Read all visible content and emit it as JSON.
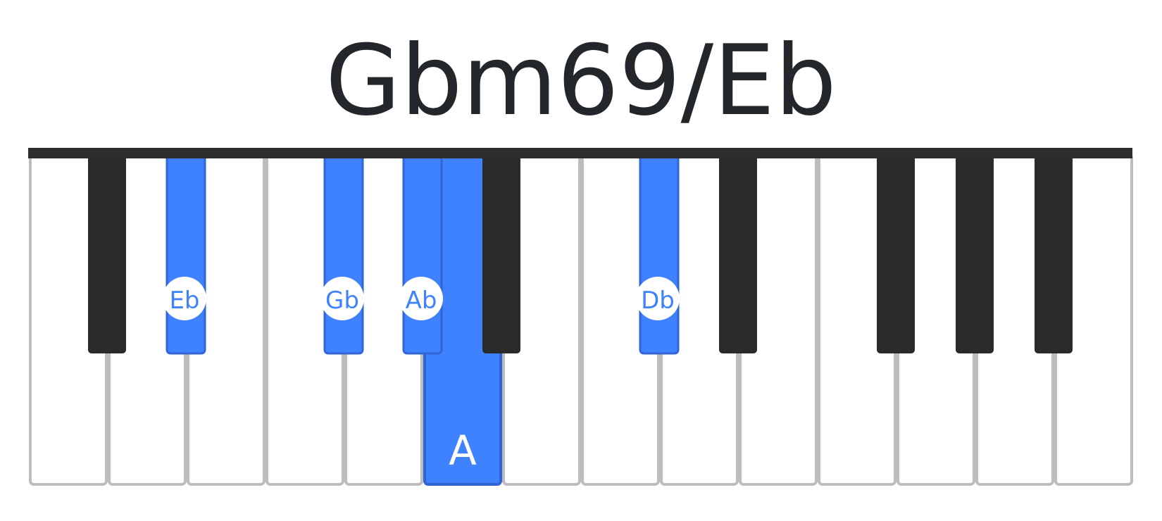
{
  "chord": {
    "name": "Gbm69/Eb"
  },
  "keyboard": {
    "white_keys": [
      {
        "label": ""
      },
      {
        "label": ""
      },
      {
        "label": ""
      },
      {
        "label": ""
      },
      {
        "label": ""
      },
      {
        "label": "A",
        "highlighted": true
      },
      {
        "label": ""
      },
      {
        "label": ""
      },
      {
        "label": ""
      },
      {
        "label": ""
      },
      {
        "label": ""
      },
      {
        "label": ""
      },
      {
        "label": ""
      },
      {
        "label": ""
      }
    ],
    "black_keys": [
      {
        "after_white": 0,
        "label": ""
      },
      {
        "after_white": 1,
        "label": "Eb",
        "highlighted": true
      },
      {
        "after_white": 3,
        "label": "Gb",
        "highlighted": true
      },
      {
        "after_white": 4,
        "label": "Ab",
        "highlighted": true
      },
      {
        "after_white": 5,
        "label": ""
      },
      {
        "after_white": 7,
        "label": "Db",
        "highlighted": true
      },
      {
        "after_white": 8,
        "label": ""
      },
      {
        "after_white": 10,
        "label": ""
      },
      {
        "after_white": 11,
        "label": ""
      },
      {
        "after_white": 12,
        "label": ""
      }
    ]
  },
  "colors": {
    "highlight": "#3f82ff",
    "highlight_border": "#2f66d4",
    "black_key": "#2a2a2a",
    "white_key_border": "#bdbdbd",
    "top_bar": "#2d2d2d",
    "label_on_black": "#3f82ff",
    "label_on_white": "#ffffff"
  }
}
